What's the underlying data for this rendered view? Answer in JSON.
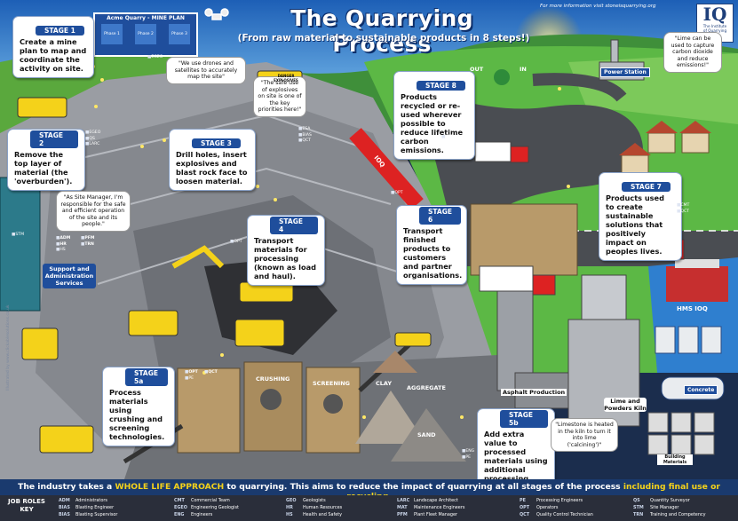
{
  "title": "The Quarrying Process",
  "subtitle": "(From raw material to sustainable products in 8 steps!)",
  "website": "For more information visit stoneisquarrying.org",
  "logo": {
    "mark": "IQ",
    "text1": "The Institute",
    "text2": "of Quarrying"
  },
  "stages": {
    "s1": {
      "heading": "STAGE 1",
      "text": "Create a mine plan to map and coordinate the activity on site."
    },
    "s2": {
      "heading": "STAGE 2",
      "text": "Remove the top layer of material (the 'overburden')."
    },
    "s3": {
      "heading": "STAGE 3",
      "text": "Drill holes, insert explosives and blast rock face to loosen material."
    },
    "s4": {
      "heading": "STAGE 4",
      "text": "Transport materials for processing (known as load and haul)."
    },
    "s5a": {
      "heading": "STAGE 5a",
      "text": "Process materials using crushing and screening technologies."
    },
    "s5b": {
      "heading": "STAGE 5b",
      "text": "Add extra value to processed materials using additional processing technologies."
    },
    "s6": {
      "heading": "STAGE 6",
      "text": "Transport finished products to customers and partner organisations."
    },
    "s7": {
      "heading": "STAGE 7",
      "text": "Products used to create sustainable solutions that positively impact on peoples lives."
    },
    "s8": {
      "heading": "STAGE 8",
      "text": "Products recycled or re-used wherever possible to reduce lifetime carbon emissions."
    }
  },
  "quotes": {
    "drones": "\"We use drones and satellites to accurately map the site\"",
    "safe_use": "\"The safe use of explosives on site is one of the key priorities here!\"",
    "manager": "\"As Site Manager, I'm responsible for the safe and efficient operation of the site and its people.\"",
    "lime_co2": "\"Lime can be used to capture carbon dioxide and reduce emissions!\"",
    "limestone": "\"Limestone is heated in the kiln to turn it into lime ('calcining')\""
  },
  "mine_plan": {
    "title": "Acme Quarry - MINE PLAN",
    "phases": [
      "Phase 1",
      "Phase 2",
      "Phase 3"
    ]
  },
  "role_tags": {
    "s1": [
      "EGEO"
    ],
    "s2": [
      "EGEO",
      "QS",
      "LARC"
    ],
    "s3": [
      "ESA",
      "BIAS",
      "QCT"
    ],
    "manager": [
      "ADM",
      "PFM",
      "HR",
      "TRN",
      "HS"
    ],
    "s4": [
      "OPT"
    ],
    "s5a": [
      "OPT",
      "QCT",
      "PE"
    ],
    "s5b": [
      "ENG",
      "PE"
    ],
    "s6": [
      "OPT"
    ],
    "s7": [
      "CMT",
      "QCT"
    ],
    "s8": [
      "OPT"
    ],
    "support": [
      "STM"
    ]
  },
  "labels": {
    "support_services": "Support and Administration Services",
    "crushing": "CRUSHING",
    "screening": "SCREENING",
    "clay": "CLAY",
    "aggregate": "AGGREGATE",
    "sand": "SAND",
    "asphalt": "Asphalt Production",
    "lime_kiln": "Lime and Powders Kiln",
    "concrete": "Concrete",
    "building_materials": "Building Materials",
    "power_station": "Power Station",
    "out": "OUT",
    "in": "IN",
    "ship": "HMS IOQ",
    "train": "IOQ",
    "danger": "DANGER EXPLOSIVES",
    "credit": "Illustrated by www.clickablesolutions.co.uk"
  },
  "footer": {
    "prefix": "The industry takes a ",
    "highlight1": "WHOLE LIFE APPROACH",
    "middle": " to quarrying. This aims to reduce the impact of quarrying at all stages of the process ",
    "highlight2": "including final use or recycling."
  },
  "key": {
    "title": "JOB ROLES KEY",
    "columns": [
      [
        [
          "ADM",
          "Administrators"
        ],
        [
          "BIAS",
          "Blasting Engineer"
        ],
        [
          "BIAS",
          "Blasting Supervisor"
        ]
      ],
      [
        [
          "CMT",
          "Commercial Team"
        ],
        [
          "EGEO",
          "Engineering Geologist"
        ],
        [
          "ENG",
          "Engineers"
        ]
      ],
      [
        [
          "GEO",
          "Geologists"
        ],
        [
          "HR",
          "Human Resources"
        ],
        [
          "HS",
          "Health and Safety"
        ]
      ],
      [
        [
          "LARC",
          "Landscape Architect"
        ],
        [
          "MAT",
          "Maintenance Engineers"
        ],
        [
          "PFM",
          "Plant Fleet Manager"
        ]
      ],
      [
        [
          "PE",
          "Processing Engineers"
        ],
        [
          "OPT",
          "Operators"
        ],
        [
          "QCT",
          "Quality Control Technician"
        ]
      ],
      [
        [
          "QS",
          "Quantity Surveyor"
        ],
        [
          "STM",
          "Site Manager"
        ],
        [
          "TRN",
          "Training and Competency"
        ]
      ]
    ]
  },
  "colors": {
    "sky": "#2a7fd0",
    "grass": "#4caf3a",
    "rock": "#8c8f95",
    "road": "#4a4d52",
    "accent": "#1f4e9c",
    "truck": "#f4d21a"
  }
}
